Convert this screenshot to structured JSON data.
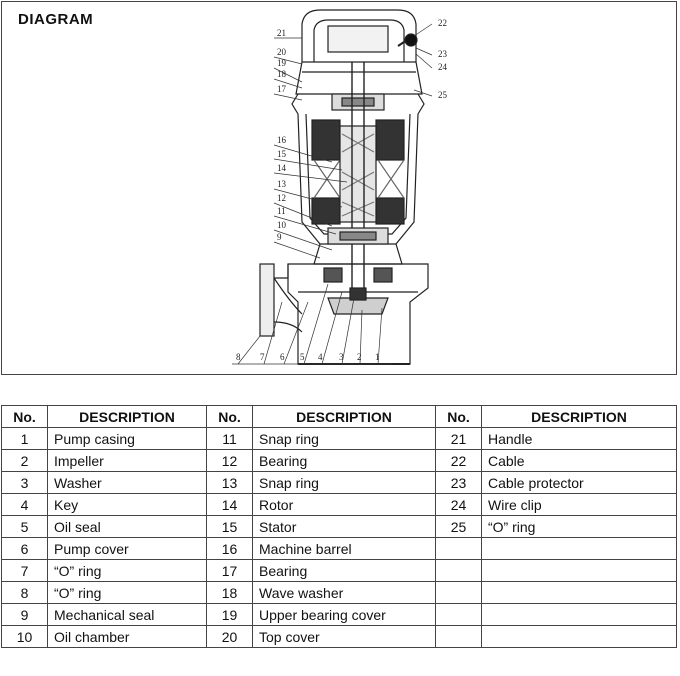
{
  "diagram": {
    "title": "DIAGRAM"
  },
  "callouts": [
    "1",
    "2",
    "3",
    "4",
    "5",
    "6",
    "7",
    "8",
    "9",
    "10",
    "11",
    "12",
    "13",
    "14",
    "15",
    "16",
    "17",
    "18",
    "19",
    "20",
    "21",
    "22",
    "23",
    "24",
    "25"
  ],
  "table": {
    "headers": [
      "No.",
      "DESCRIPTION",
      "No.",
      "DESCRIPTION",
      "No.",
      "DESCRIPTION"
    ],
    "rows": [
      [
        {
          "no": "1",
          "desc": "Pump casing"
        },
        {
          "no": "11",
          "desc": "Snap ring"
        },
        {
          "no": "21",
          "desc": "Handle"
        }
      ],
      [
        {
          "no": "2",
          "desc": "Impeller"
        },
        {
          "no": "12",
          "desc": "Bearing"
        },
        {
          "no": "22",
          "desc": "Cable"
        }
      ],
      [
        {
          "no": "3",
          "desc": "Washer"
        },
        {
          "no": "13",
          "desc": "Snap ring"
        },
        {
          "no": "23",
          "desc": "Cable protector"
        }
      ],
      [
        {
          "no": "4",
          "desc": "Key"
        },
        {
          "no": "14",
          "desc": "Rotor"
        },
        {
          "no": "24",
          "desc": "Wire clip"
        }
      ],
      [
        {
          "no": "5",
          "desc": "Oil seal"
        },
        {
          "no": "15",
          "desc": "Stator"
        },
        {
          "no": "25",
          "desc": "“O” ring"
        }
      ],
      [
        {
          "no": "6",
          "desc": "Pump cover"
        },
        {
          "no": "16",
          "desc": "Machine barrel"
        },
        {
          "no": "",
          "desc": ""
        }
      ],
      [
        {
          "no": "7",
          "desc": "“O” ring"
        },
        {
          "no": "17",
          "desc": "Bearing"
        },
        {
          "no": "",
          "desc": ""
        }
      ],
      [
        {
          "no": "8",
          "desc": "“O” ring"
        },
        {
          "no": "18",
          "desc": "Wave washer"
        },
        {
          "no": "",
          "desc": ""
        }
      ],
      [
        {
          "no": "9",
          "desc": "Mechanical seal"
        },
        {
          "no": "19",
          "desc": "Upper bearing cover"
        },
        {
          "no": "",
          "desc": ""
        }
      ],
      [
        {
          "no": "10",
          "desc": "Oil chamber"
        },
        {
          "no": "20",
          "desc": "Top cover"
        },
        {
          "no": "",
          "desc": ""
        }
      ]
    ]
  }
}
